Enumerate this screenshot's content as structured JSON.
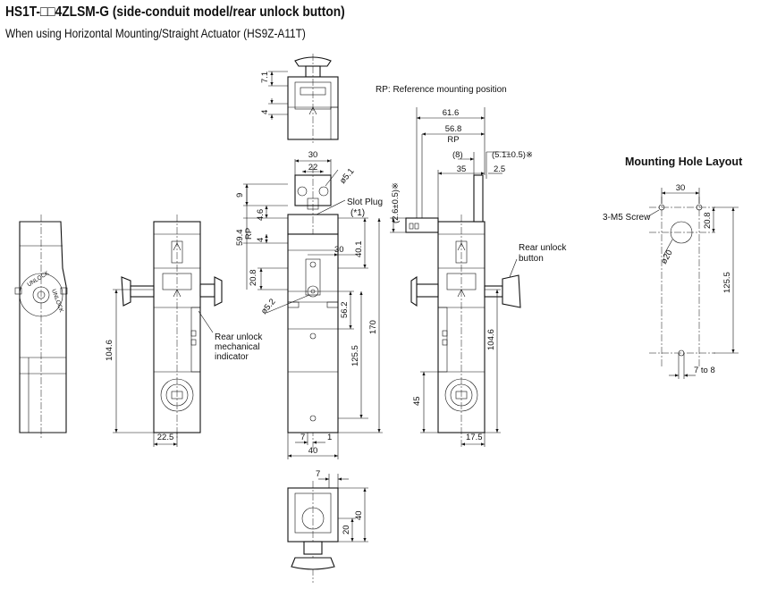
{
  "header": {
    "title": "HS1T-□□4ZLSM-G (side-conduit model/rear unlock button)",
    "subtitle": "When using Horizontal Mounting/Straight Actuator (HS9Z-A11T)"
  },
  "notes": {
    "rp": "RP: Reference mounting position",
    "slot_plug": "Slot Plug",
    "slot_plug_ref": "(*1)",
    "rear_unlock_indicator": [
      "Rear unlock",
      "mechanical",
      "indicator"
    ],
    "rear_unlock_button": [
      "Rear unlock",
      "button"
    ],
    "unlock_text": "UNLOCK"
  },
  "mounting_hole_layout": {
    "heading": "Mounting Hole Layout",
    "screw_label": "3-M5 Screw",
    "dims": {
      "width": "30",
      "offset": "20.8",
      "pitch": "125.5",
      "dia": "ø20",
      "slot": "7 to 8"
    }
  },
  "dims": {
    "top": {
      "d71": "7.1",
      "d4": "4"
    },
    "left": {
      "d1046": "104.6",
      "d225": "22.5"
    },
    "front": {
      "d30": "30",
      "d22": "22",
      "d51": "ø5.1",
      "d9": "9",
      "d46": "4.6",
      "d594": "59.4",
      "rp": "RP",
      "d4": "4",
      "d30b": "30",
      "d401": "40.1",
      "d208": "20.8",
      "d52": "ø5.2",
      "d562": "56.2",
      "d1255": "125.5",
      "d170": "170",
      "d7": "7",
      "d1": "1",
      "d40": "40"
    },
    "right": {
      "d616": "61.6",
      "d568": "56.8",
      "rp": "RP",
      "d8": "(8)",
      "d51": "(5.1±0.5)※",
      "d35": "35",
      "d25": "2.5",
      "d26": "(2.6±0.5)※",
      "d1046": "104.6",
      "d45": "45",
      "d175": "17.5"
    },
    "bottom": {
      "d7": "7",
      "d20": "20",
      "d40": "40"
    }
  }
}
